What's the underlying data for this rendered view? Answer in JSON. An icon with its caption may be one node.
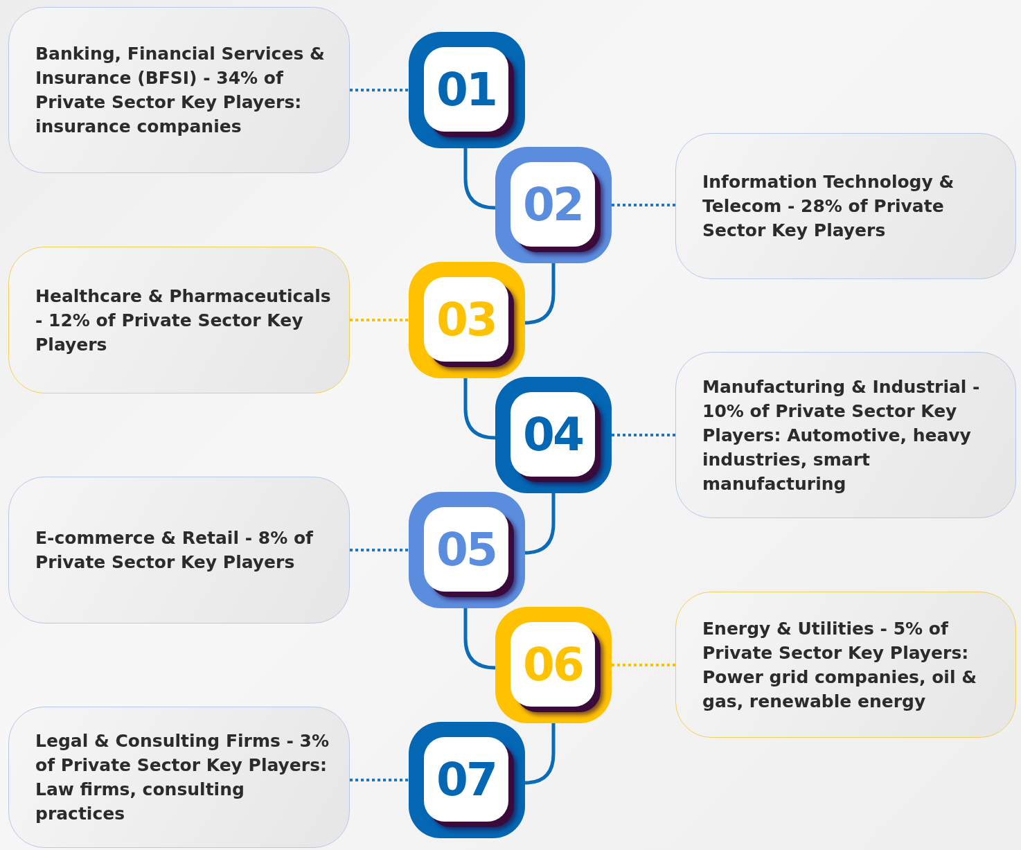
{
  "diagram": {
    "nodes": [
      {
        "text": [
          "Banking, Financial Services & Insurance (BFSI) - 34% of Private Sector Key Players: insurance companies"
        ]
      },
      {
        "text": [
          "01"
        ]
      },
      {
        "text": [
          "Information Technology & Telecom - 28% of Private Sector Key Players"
        ]
      },
      {
        "text": [
          "02"
        ]
      },
      {
        "text": [
          "Healthcare & Pharmaceuticals - 12% of Private Sector Key Players"
        ]
      },
      {
        "text": [
          "03"
        ]
      },
      {
        "text": [
          "Manufacturing & Industrial - 10% of Private Sector Key Players: Automotive, heavy industries, smart manufacturing"
        ]
      },
      {
        "text": [
          "04"
        ]
      },
      {
        "text": [
          "E-commerce & Retail - 8% of Private Sector Key Players"
        ]
      },
      {
        "text": [
          "05"
        ]
      },
      {
        "text": [
          "Energy & Utilities - 5% of Private Sector Key Players: Power grid companies, oil & gas, renewable energy"
        ]
      },
      {
        "text": [
          "06"
        ]
      },
      {
        "text": [
          "Legal & Consulting Firms - 3% of Private Sector Key Players: Law firms, consulting practices"
        ]
      },
      {
        "text": [
          "07"
        ]
      }
    ],
    "edges": [
      {
        "from": 0,
        "to": 1,
        "arrow": "none",
        "style": "dashed",
        "color": "#1f74c4"
      },
      {
        "from": 3,
        "to": 2,
        "arrow": "none",
        "style": "dashed",
        "color": "#1f74c4"
      },
      {
        "from": 4,
        "to": 5,
        "arrow": "none",
        "style": "dashed",
        "color": "#fbc100"
      },
      {
        "from": 7,
        "to": 6,
        "arrow": "none",
        "style": "dashed",
        "color": "#1f74c4"
      },
      {
        "from": 8,
        "to": 9,
        "arrow": "none",
        "style": "dashed",
        "color": "#1f74c4"
      },
      {
        "from": 11,
        "to": 10,
        "arrow": "none",
        "style": "dashed",
        "color": "#fbc100"
      },
      {
        "from": 12,
        "to": 13,
        "arrow": "none",
        "style": "dashed",
        "color": "#1f74c4"
      },
      {
        "from": 1,
        "to": 3,
        "arrow": "none"
      },
      {
        "from": 3,
        "to": 5,
        "arrow": "none"
      },
      {
        "from": 5,
        "to": 7,
        "arrow": "none"
      },
      {
        "from": 7,
        "to": 9,
        "arrow": "none"
      },
      {
        "from": 9,
        "to": 11,
        "arrow": "none"
      },
      {
        "from": 11,
        "to": 13,
        "arrow": "none"
      }
    ]
  }
}
